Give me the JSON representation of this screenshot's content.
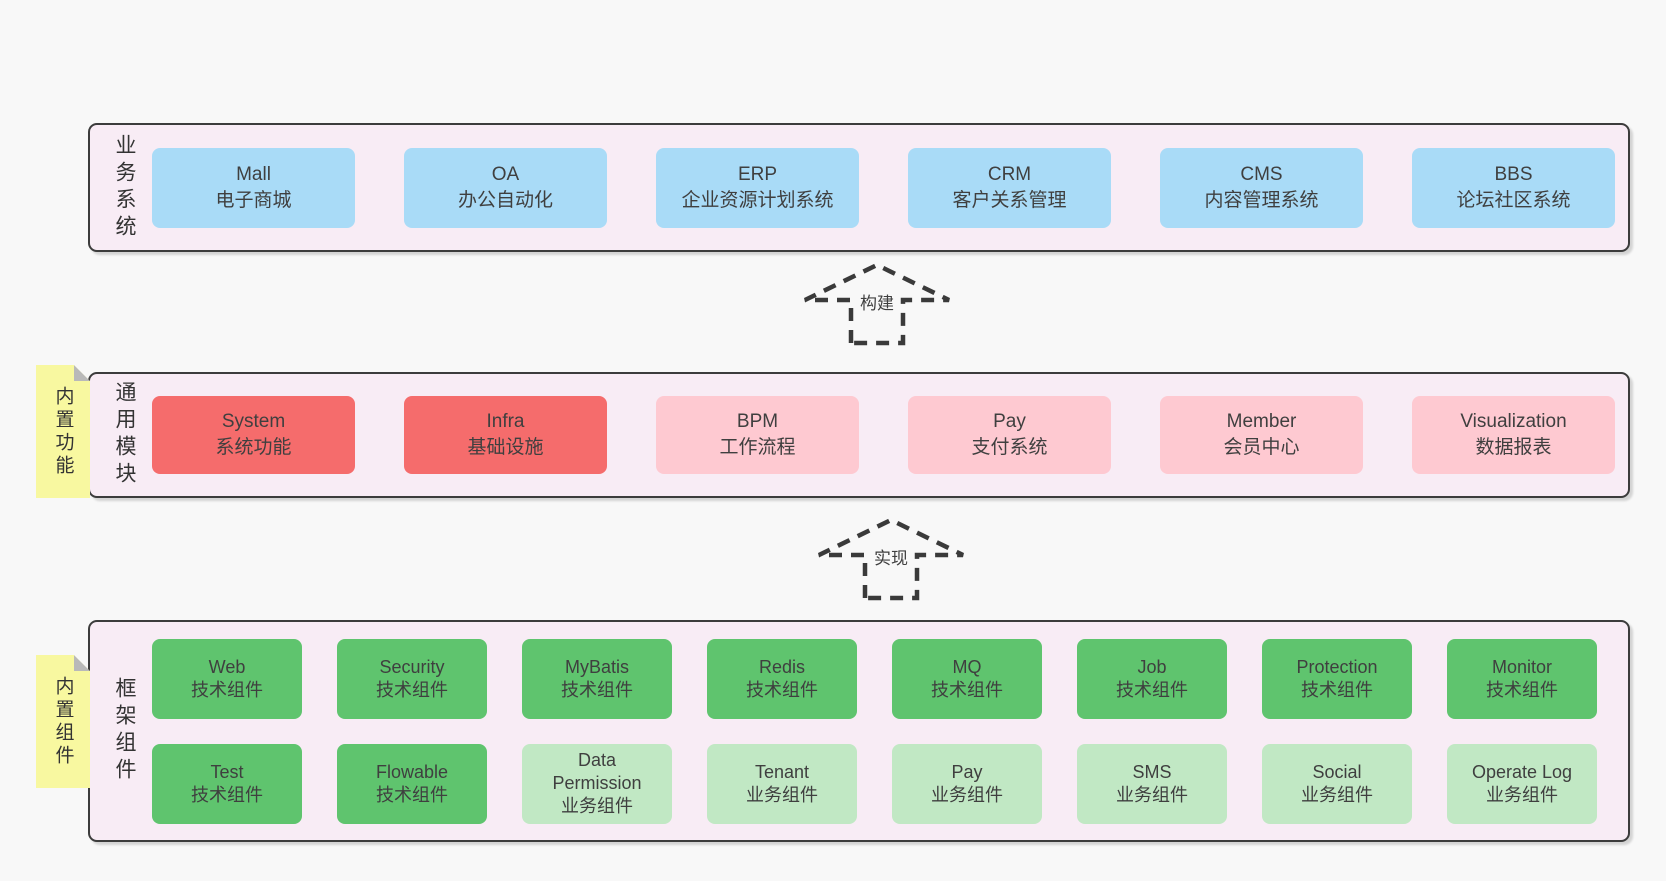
{
  "palette": {
    "page_bg": "#f8f8f8",
    "panel_bg": "#f8ecf5",
    "panel_border": "#3c3c3c",
    "blue_box": "#a9dbf7",
    "red_box": "#f56c6c",
    "pink_box": "#fec9d1",
    "green_box": "#5fc46e",
    "light_green_box": "#c1e8c4",
    "sticky_yellow": "#f8f8a0",
    "text": "#3f3f3f"
  },
  "arrows": {
    "build": "构建",
    "implement": "实现"
  },
  "sections": {
    "business": {
      "label": "业务系统",
      "items": [
        {
          "title": "Mall",
          "sub": "电子商城"
        },
        {
          "title": "OA",
          "sub": "办公自动化"
        },
        {
          "title": "ERP",
          "sub": "企业资源计划系统"
        },
        {
          "title": "CRM",
          "sub": "客户关系管理"
        },
        {
          "title": "CMS",
          "sub": "内容管理系统"
        },
        {
          "title": "BBS",
          "sub": "论坛社区系统"
        }
      ]
    },
    "modules": {
      "label": "通用模块",
      "sticky": "内置功能",
      "items": [
        {
          "title": "System",
          "sub": "系统功能"
        },
        {
          "title": "Infra",
          "sub": "基础设施"
        },
        {
          "title": "BPM",
          "sub": "工作流程"
        },
        {
          "title": "Pay",
          "sub": "支付系统"
        },
        {
          "title": "Member",
          "sub": "会员中心"
        },
        {
          "title": "Visualization",
          "sub": "数据报表"
        }
      ]
    },
    "components": {
      "label": "框架组件",
      "sticky": "内置组件",
      "rows": [
        [
          {
            "title": "Web",
            "sub": "技术组件"
          },
          {
            "title": "Security",
            "sub": "技术组件"
          },
          {
            "title": "MyBatis",
            "sub": "技术组件"
          },
          {
            "title": "Redis",
            "sub": "技术组件"
          },
          {
            "title": "MQ",
            "sub": "技术组件"
          },
          {
            "title": "Job",
            "sub": "技术组件"
          },
          {
            "title": "Protection",
            "sub": "技术组件"
          },
          {
            "title": "Monitor",
            "sub": "技术组件"
          }
        ],
        [
          {
            "title": "Test",
            "sub": "技术组件"
          },
          {
            "title": "Flowable",
            "sub": "技术组件"
          },
          {
            "title": "Data Permission",
            "sub": "业务组件"
          },
          {
            "title": "Tenant",
            "sub": "业务组件"
          },
          {
            "title": "Pay",
            "sub": "业务组件"
          },
          {
            "title": "SMS",
            "sub": "业务组件"
          },
          {
            "title": "Social",
            "sub": "业务组件"
          },
          {
            "title": "Operate Log",
            "sub": "业务组件"
          }
        ]
      ]
    }
  }
}
